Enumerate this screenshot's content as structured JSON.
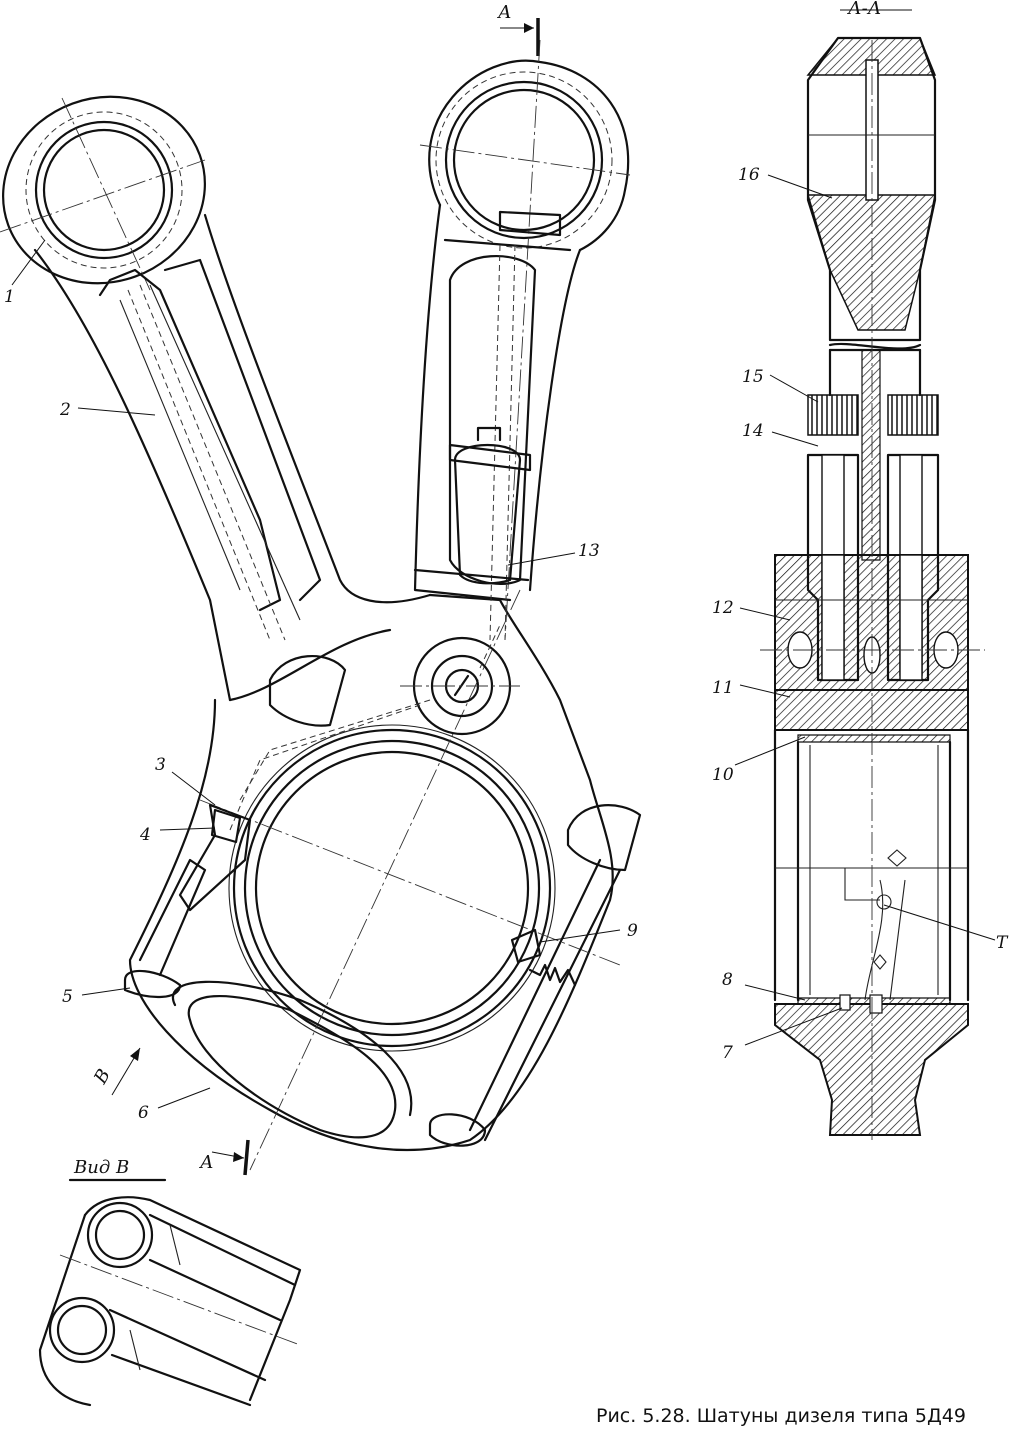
{
  "caption": "Рис. 5.28. Шатуны дизеля типа 5Д49",
  "view_labels": {
    "section_top": "А-А",
    "section_arrow_top": "А",
    "section_arrow_bottom": "А",
    "view_b_title": "Вид В",
    "view_b_arrow": "В"
  },
  "part_labels": [
    "1",
    "2",
    "3",
    "4",
    "5",
    "6",
    "7",
    "8",
    "9",
    "10",
    "11",
    "12",
    "13",
    "14",
    "15",
    "16",
    "Т"
  ]
}
